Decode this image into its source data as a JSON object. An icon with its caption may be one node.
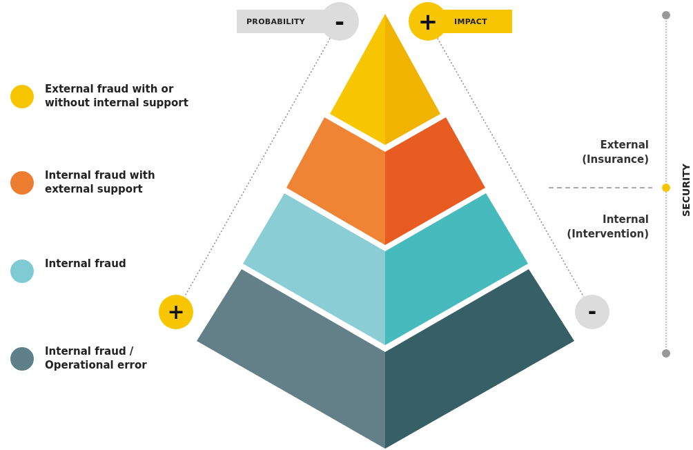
{
  "diagram": {
    "nodes": [
      {
        "text": [
          "PROBABILITY",
          "-"
        ]
      },
      {
        "text": [
          "+",
          "IMPACT"
        ]
      },
      {
        "text": [
          "+"
        ]
      },
      {
        "text": [
          "-"
        ]
      }
    ],
    "edges": [
      {
        "from": 0,
        "to": 2,
        "arrow": "none",
        "style": "dashed"
      },
      {
        "from": 1,
        "to": 3,
        "arrow": "none",
        "style": "dashed"
      }
    ],
    "labels": [
      "External (Insurance)",
      "Internal (Intervention)",
      "SECURITY"
    ],
    "legend": [
      {
        "text": "External fraud with or without internal support",
        "color": "#f7c600"
      },
      {
        "text": "Internal fraud with external support",
        "color": "#ed7d31"
      },
      {
        "text": "Internal fraud",
        "color": "#7fcbd3"
      },
      {
        "text": "Internal fraud / Operational error",
        "color": "#5c7f88"
      }
    ]
  }
}
